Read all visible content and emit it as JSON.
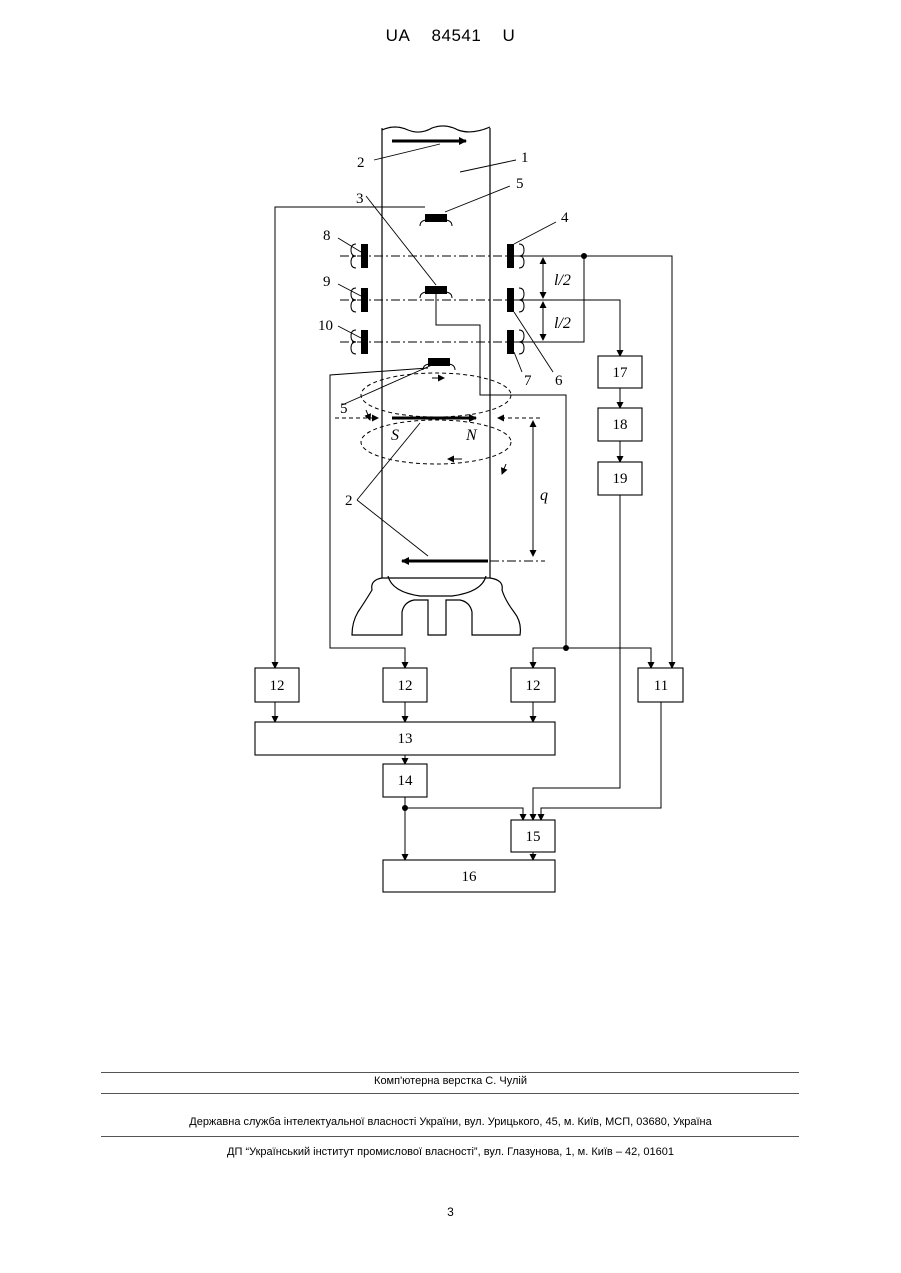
{
  "header": {
    "country": "UA",
    "number": "84541",
    "kind": "U"
  },
  "figure": {
    "labels": {
      "l1": "1",
      "l2": "2",
      "l2b": "2",
      "l2c": "2",
      "l3": "3",
      "l4": "4",
      "l5": "5",
      "l5b": "5",
      "l6": "6",
      "l7": "7",
      "l8": "8",
      "l9": "9",
      "l10": "10",
      "half1": "l/2",
      "half2": "l/2",
      "q": "q",
      "s": "S",
      "n": "N"
    },
    "blocks": {
      "b12a": "12",
      "b12b": "12",
      "b12c": "12",
      "b11": "11",
      "b13": "13",
      "b14": "14",
      "b15": "15",
      "b16": "16",
      "b17": "17",
      "b18": "18",
      "b19": "19"
    }
  },
  "footer": {
    "credit": "Комп'ютерна верстка С. Чулій",
    "agency": "Державна служба інтелектуальної власності України, вул. Урицького, 45, м. Київ, МСП, 03680, Україна",
    "institute": "ДП “Український інститут промислової власності”, вул. Глазунова, 1, м. Київ – 42, 01601",
    "page": "3"
  }
}
